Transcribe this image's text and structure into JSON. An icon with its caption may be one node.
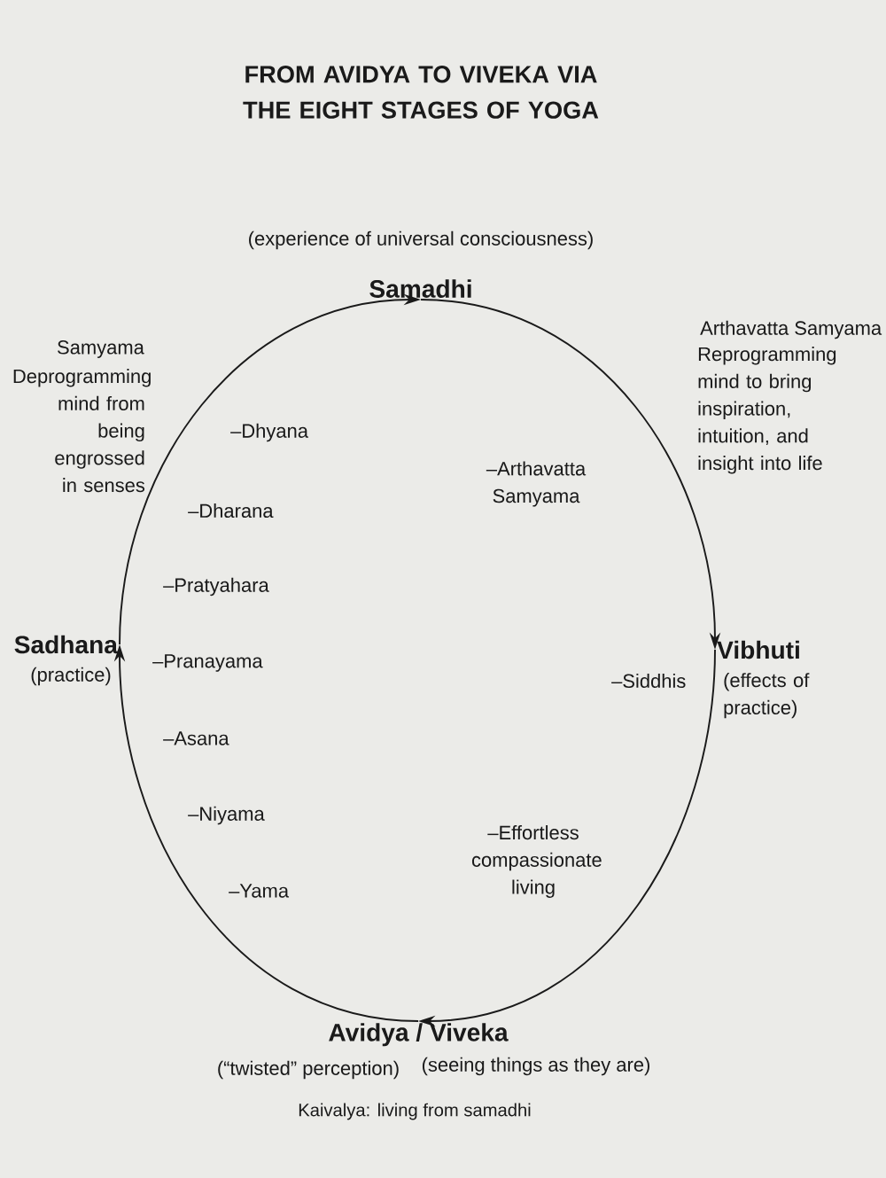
{
  "diagram": {
    "title": "FROM AVIDYA TO VIVEKA VIA THE EIGHT STAGES OF YOGA",
    "nodes": [
      {
        "text": [
          "Samadhi"
        ],
        "beside": [
          "(experience of universal consciousness)"
        ]
      },
      {
        "text": [
          "Vibhuti"
        ],
        "beside": [
          "(effects of practice)"
        ]
      },
      {
        "text": [
          "Avidya / Viveka"
        ],
        "beside": [
          "(“twisted” perception)",
          "(seeing things as they are)"
        ]
      },
      {
        "text": [
          "Sadhana"
        ],
        "beside": [
          "(practice)"
        ]
      }
    ],
    "edges": [
      {
        "from": 3,
        "to": 0,
        "arrow": "to"
      },
      {
        "from": 0,
        "to": 1,
        "arrow": "to"
      },
      {
        "from": 1,
        "to": 2,
        "arrow": "to"
      },
      {
        "from": 2,
        "to": 3,
        "arrow": "to"
      }
    ],
    "labels": [
      "Arthavatta Samyama",
      "Reprogramming mind to bring inspiration, intuition, and insight into life",
      "Samyama",
      "Deprogramming mind from being engrossed in senses",
      "–Dhyana",
      "–Arthavatta Samyama",
      "–Dharana",
      "–Pratyahara",
      "–Pranayama",
      "–Siddhis",
      "–Asana",
      "–Niyama",
      "–Effortless compassionate living",
      "–Yama",
      "Kaivalya: living from samadhi"
    ]
  }
}
